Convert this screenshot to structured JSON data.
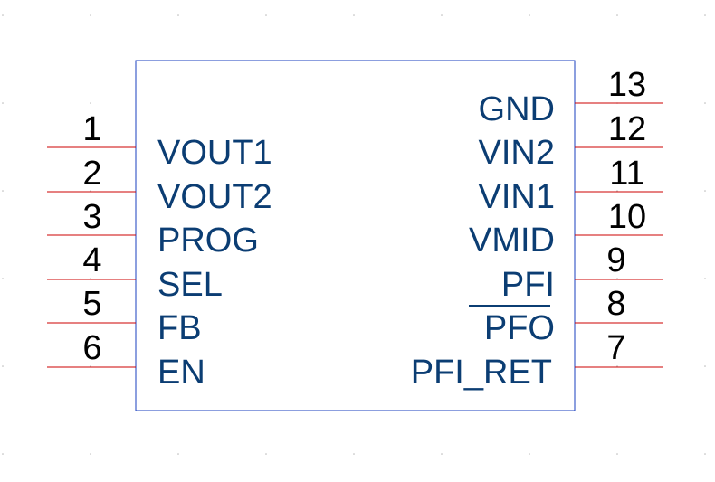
{
  "component": {
    "left_pins": [
      {
        "number": "1",
        "name": "VOUT1"
      },
      {
        "number": "2",
        "name": "VOUT2"
      },
      {
        "number": "3",
        "name": "PROG"
      },
      {
        "number": "4",
        "name": "SEL"
      },
      {
        "number": "5",
        "name": "FB"
      },
      {
        "number": "6",
        "name": "EN"
      }
    ],
    "right_pins": [
      {
        "number": "13",
        "name": "GND"
      },
      {
        "number": "12",
        "name": "VIN2"
      },
      {
        "number": "11",
        "name": "VIN1"
      },
      {
        "number": "10",
        "name": "VMID"
      },
      {
        "number": "9",
        "name": "PFI"
      },
      {
        "number": "8",
        "name": "PFO",
        "active_low": true
      },
      {
        "number": "7",
        "name": "PFI_RET"
      }
    ]
  },
  "colors": {
    "body_outline": "#1a3fbf",
    "pin_line": "#cc0000",
    "label_text": "#0b3d73",
    "number_text": "#000000"
  }
}
